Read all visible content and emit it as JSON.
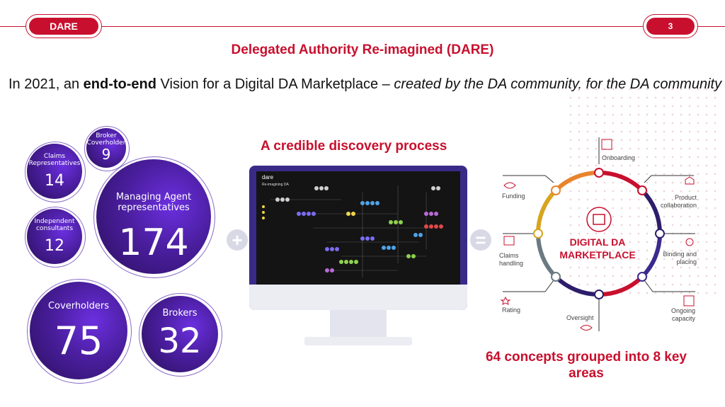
{
  "header": {
    "brand": "DARE",
    "page_number": "3"
  },
  "title": "Delegated Authority Re-imagined (DARE)",
  "subtitle": {
    "part1": "In 2021, an ",
    "bold": "end-to-end",
    "part2": " Vision for a Digital DA Marketplace – ",
    "italic": "created by the DA community, for the DA community"
  },
  "participants": [
    {
      "label": "Broker Coverholder",
      "value": "9"
    },
    {
      "label": "Claims Representatives",
      "value": "14"
    },
    {
      "label": "Independent consultants",
      "value": "12"
    },
    {
      "label": "Managing Agent representatives",
      "value": "174"
    },
    {
      "label": "Coverholders",
      "value": "75"
    },
    {
      "label": "Brokers",
      "value": "32"
    }
  ],
  "discovery": {
    "title": "A credible discovery process",
    "screen_brand": "dare",
    "screen_title": "Re-imagining DA"
  },
  "wheel": {
    "center": [
      "DIGITAL DA",
      "MARKETPLACE"
    ],
    "areas": [
      "Onboarding",
      "Product collaboration",
      "Binding and placing",
      "Ongoing capacity",
      "Oversight",
      "Rating",
      "Claims handling",
      "Funding"
    ]
  },
  "concepts": "64 concepts grouped into 8 key areas",
  "colors": {
    "accent": "#c8102e",
    "bubble": "#4a1e9e"
  },
  "icons": [
    "plus-icon",
    "equals-icon",
    "onboarding-icon",
    "product-collaboration-icon",
    "binding-placing-icon",
    "ongoing-capacity-icon",
    "oversight-eye-icon",
    "rating-stars-icon",
    "claims-handling-icon",
    "funding-icon",
    "marketplace-icon"
  ]
}
